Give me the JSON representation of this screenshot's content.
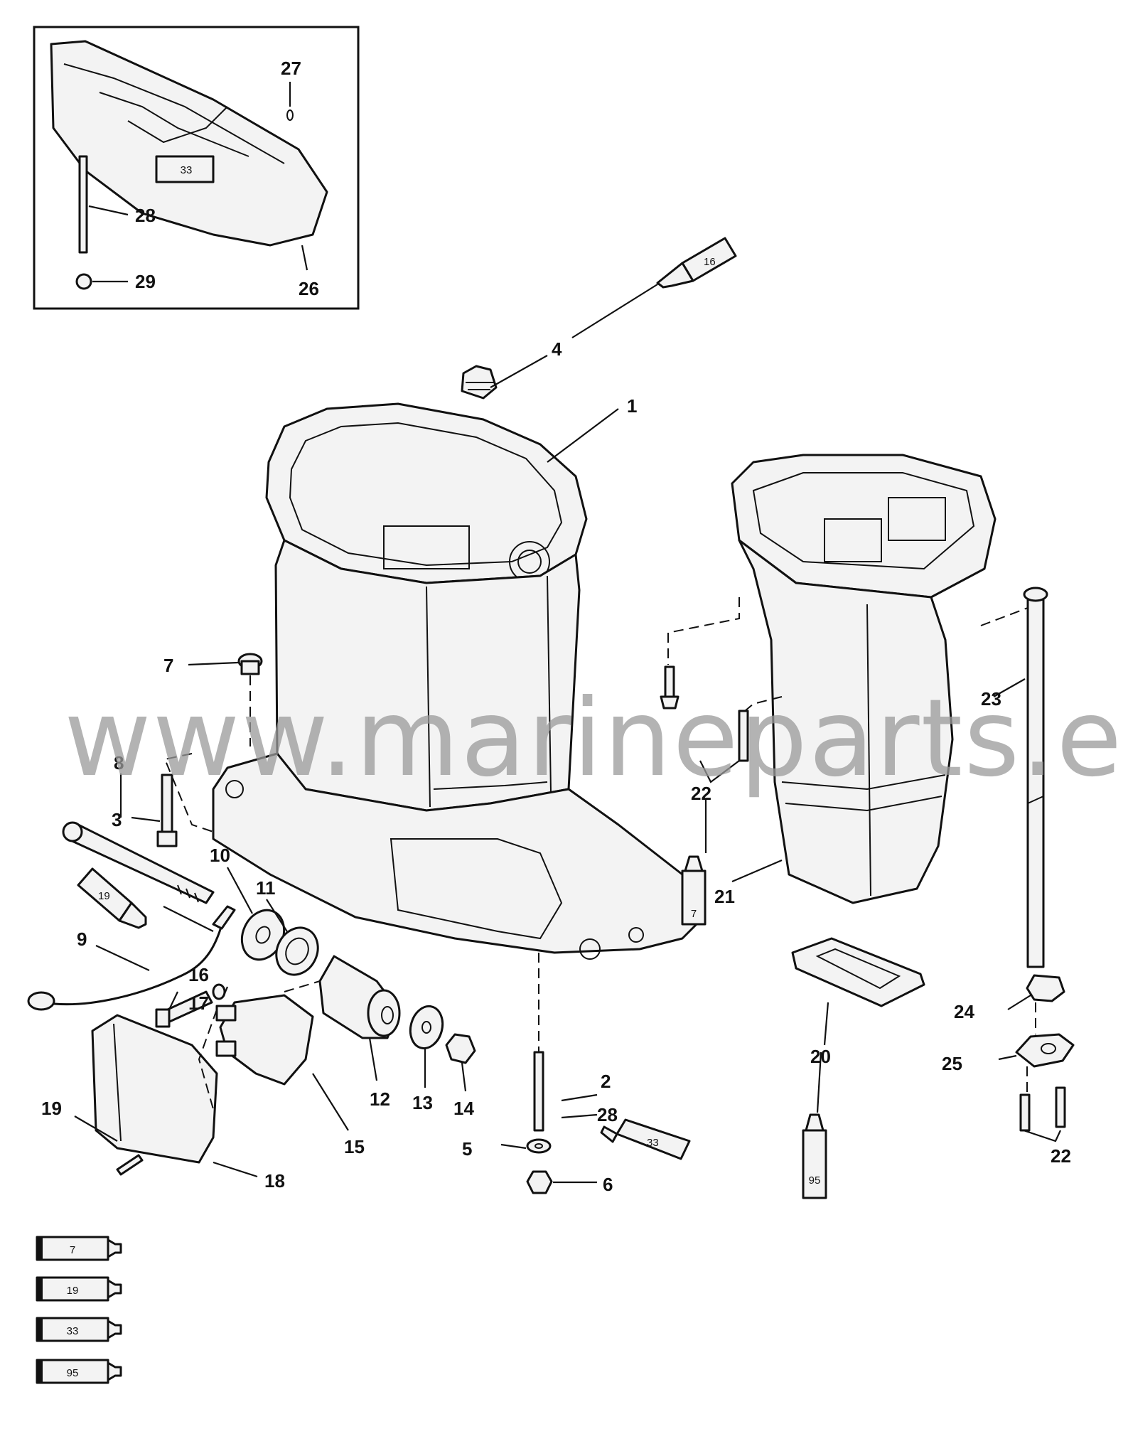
{
  "watermark": "www.marineparts.eu",
  "callouts": {
    "c1": "1",
    "c2": "2",
    "c3": "3",
    "c4": "4",
    "c5": "5",
    "c6": "6",
    "c7": "7",
    "c8": "8",
    "c9": "9",
    "c10": "10",
    "c11": "11",
    "c12": "12",
    "c13": "13",
    "c14": "14",
    "c15": "15",
    "c16": "16",
    "c17": "17",
    "c18": "18",
    "c19": "19",
    "c20": "20",
    "c21": "21",
    "c22a": "22",
    "c22b": "22",
    "c23": "23",
    "c24": "24",
    "c25": "25",
    "c26": "26",
    "c27": "27",
    "c28a": "28",
    "c28b": "28",
    "c29": "29"
  },
  "tubes": {
    "t_inset": "33",
    "t_top": "16",
    "t_left": "19",
    "t_mid": "7",
    "t_bottom": "33",
    "t_right": "95"
  },
  "legend": [
    {
      "code": "7"
    },
    {
      "code": "19"
    },
    {
      "code": "33"
    },
    {
      "code": "95"
    }
  ]
}
